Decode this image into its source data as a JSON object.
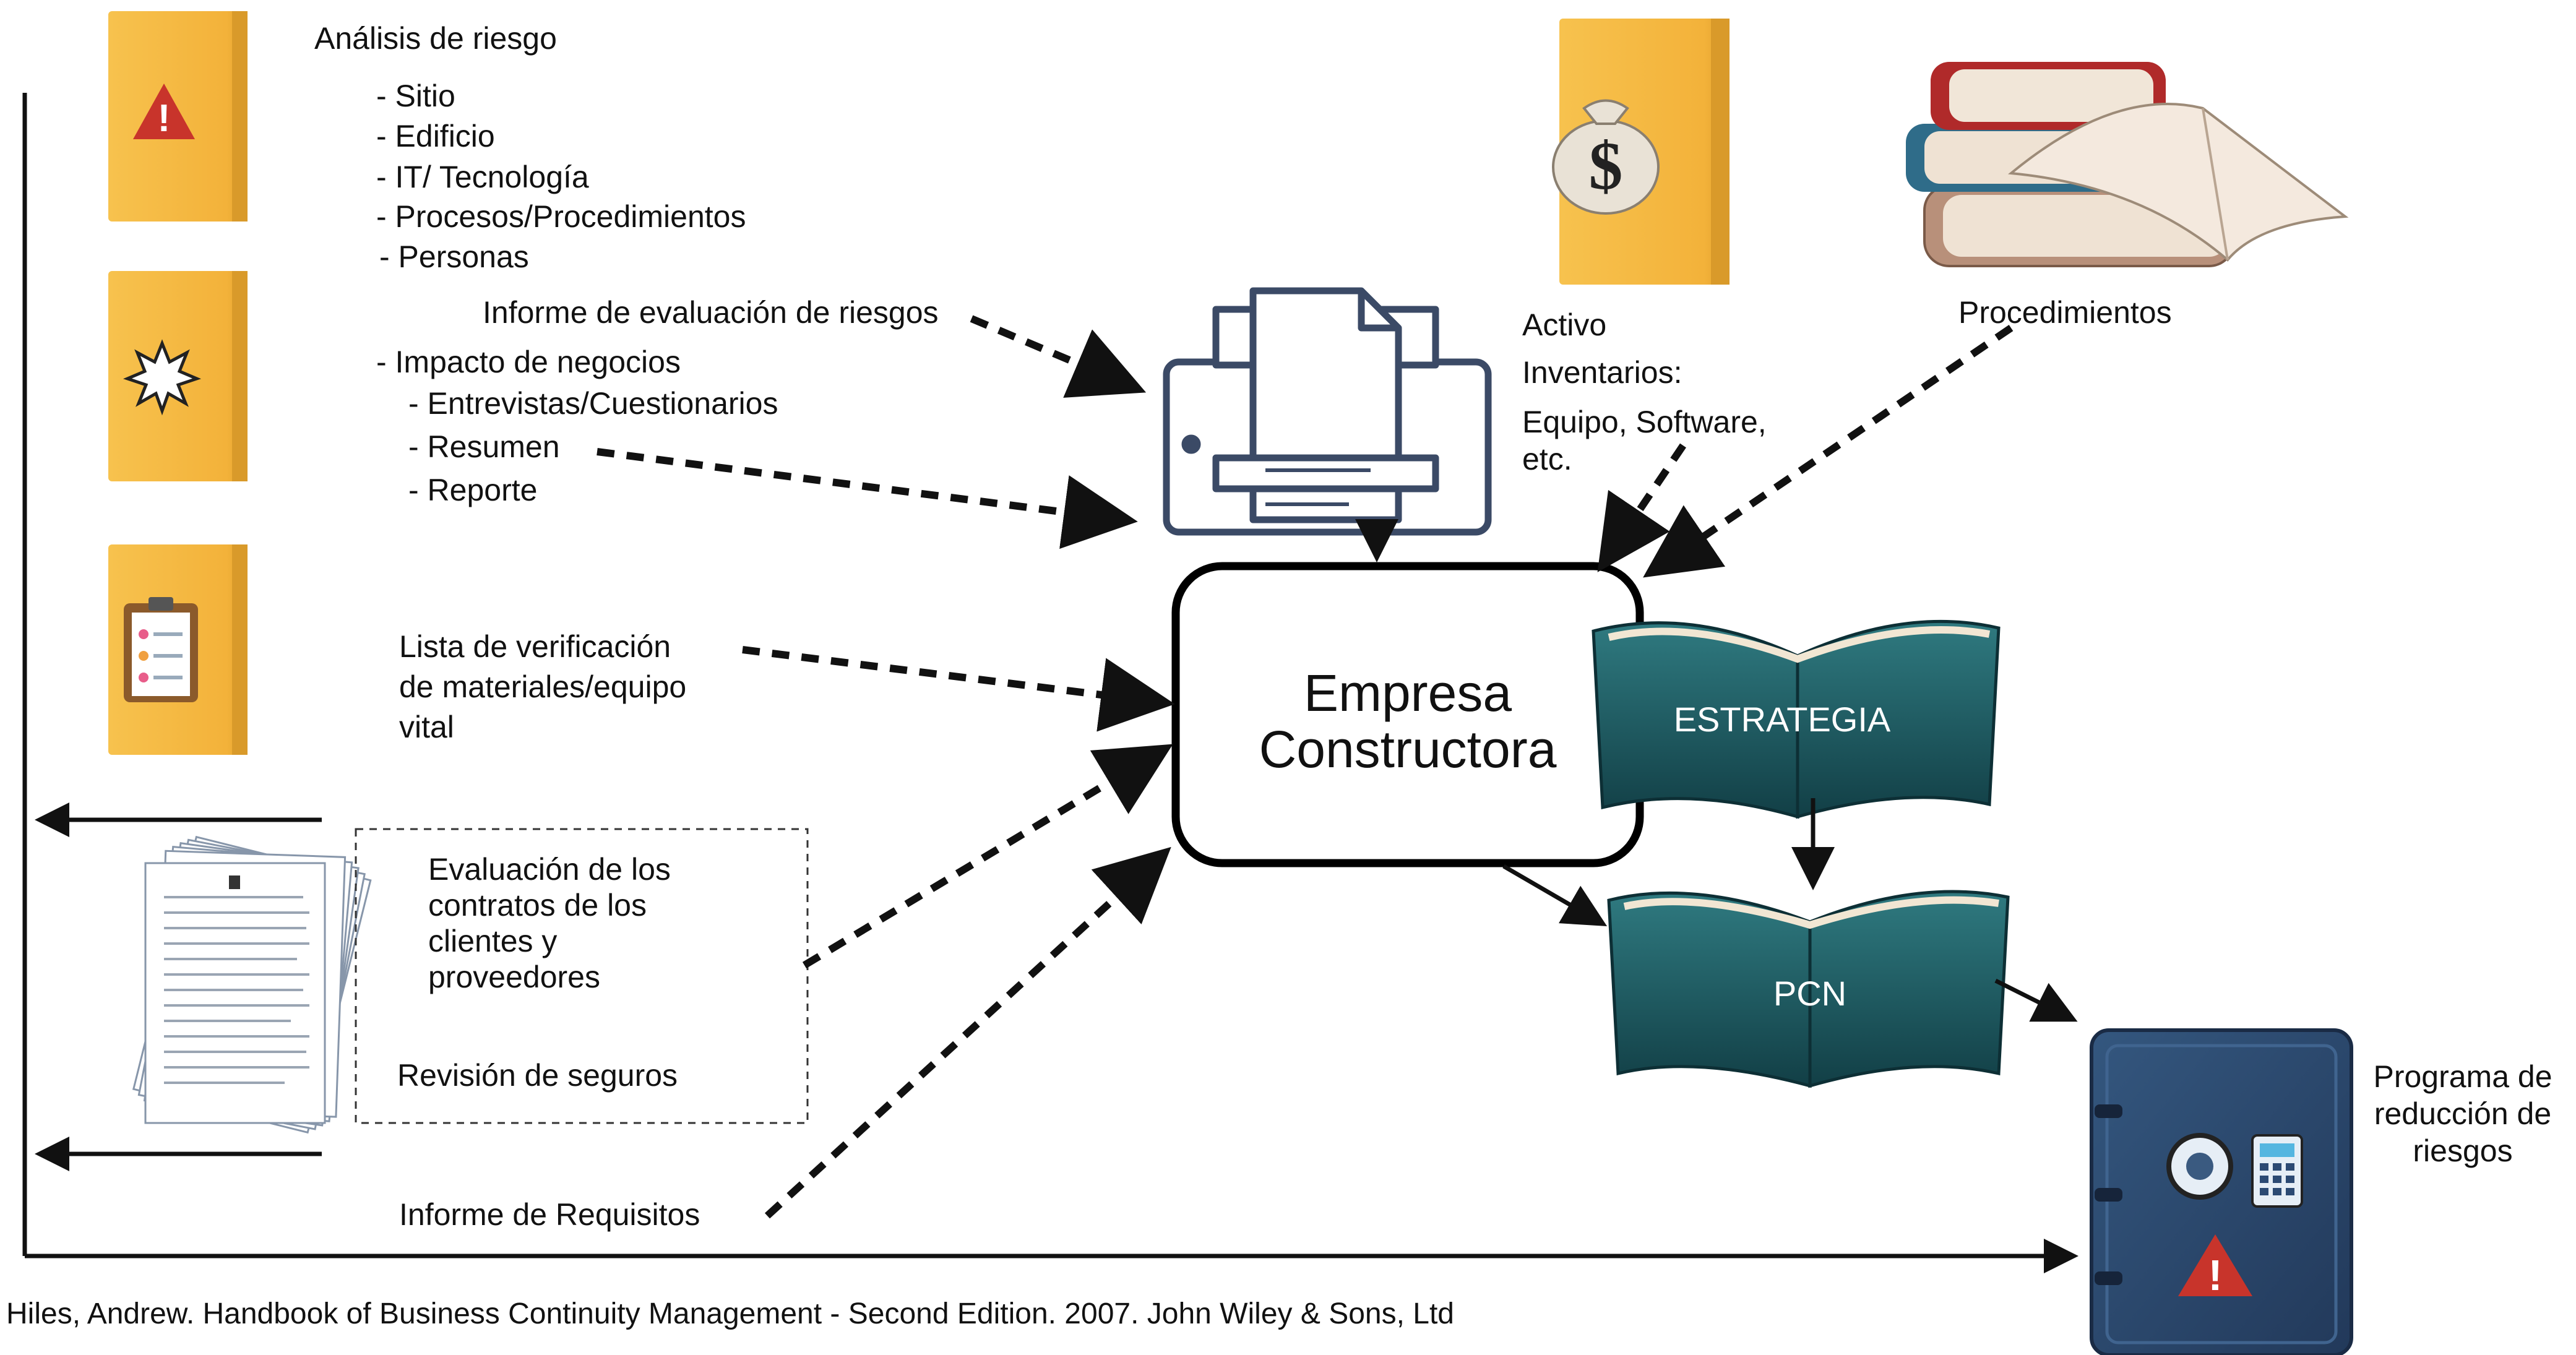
{
  "risk_analysis": {
    "title": "Análisis de riesgo",
    "items": [
      "- Sitio",
      "- Edificio",
      "- IT/ Tecnología",
      "- Procesos/Procedimientos",
      "- Personas"
    ]
  },
  "risk_report": {
    "label": "Informe de evaluación de riesgos"
  },
  "business_impact": {
    "title": "- Impacto de negocios",
    "items": [
      "- Entrevistas/Cuestionarios",
      "- Resumen",
      "- Reporte"
    ]
  },
  "checklist": {
    "lines": [
      "Lista de verificación",
      "de materiales/equipo",
      "vital"
    ]
  },
  "contracts": {
    "lines": [
      "Evaluación de los",
      "contratos de los",
      "clientes y",
      "proveedores"
    ]
  },
  "insurance": {
    "label": "Revisión de seguros"
  },
  "requirements": {
    "label": "Informe de Requisitos"
  },
  "center_box": {
    "line1": "Empresa",
    "line2": "Constructora"
  },
  "assets": {
    "lines": [
      "Activo",
      "Inventarios:",
      "Equipo, Software,",
      "etc."
    ]
  },
  "procedures": {
    "label": "Procedimientos"
  },
  "strategy_book": {
    "label": "ESTRATEGIA"
  },
  "bcp_book": {
    "label": "PCN"
  },
  "risk_program": {
    "lines": [
      "Programa de",
      "reducción de",
      "riesgos"
    ]
  },
  "citation": {
    "text": "Hiles, Andrew. Handbook of Business Continuity Management - Second Edition. 2007. John Wiley & Sons, Ltd"
  },
  "colors": {
    "book_yellow": "#f5b942",
    "book_teal": "#1f5f66",
    "safe_blue": "#2c4a73",
    "warning_red": "#c8342b"
  }
}
